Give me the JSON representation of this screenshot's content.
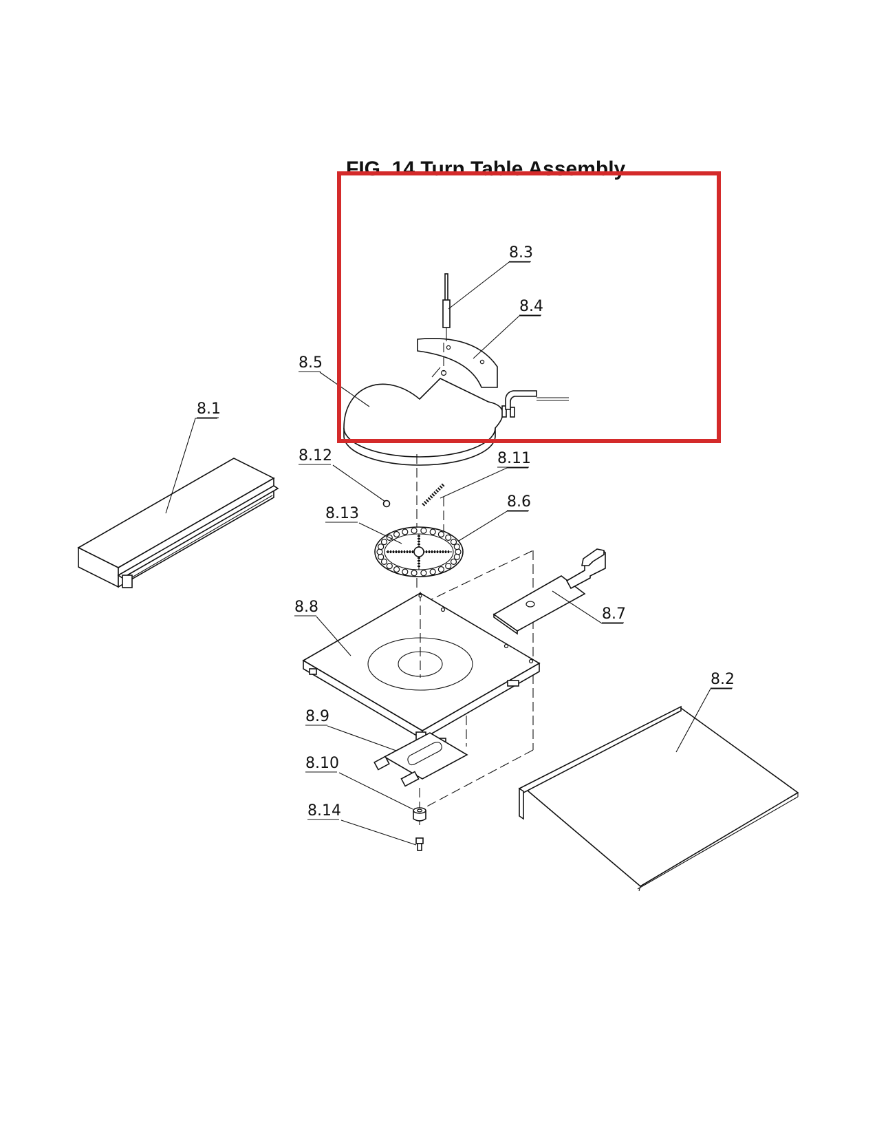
{
  "title": "FIG. 14  Turn Table Assembly",
  "callouts": [
    {
      "id": "8.1",
      "label": "8.1"
    },
    {
      "id": "8.2",
      "label": "8.2"
    },
    {
      "id": "8.3",
      "label": "8.3"
    },
    {
      "id": "8.4",
      "label": "8.4"
    },
    {
      "id": "8.5",
      "label": "8.5"
    },
    {
      "id": "8.6",
      "label": "8.6"
    },
    {
      "id": "8.7",
      "label": "8.7"
    },
    {
      "id": "8.8",
      "label": "8.8"
    },
    {
      "id": "8.9",
      "label": "8.9"
    },
    {
      "id": "8.10",
      "label": "8.10"
    },
    {
      "id": "8.11",
      "label": "8.11"
    },
    {
      "id": "8.12",
      "label": "8.12"
    },
    {
      "id": "8.13",
      "label": "8.13"
    },
    {
      "id": "8.14",
      "label": "8.14"
    }
  ],
  "highlight": {
    "color": "#d42a2a"
  }
}
